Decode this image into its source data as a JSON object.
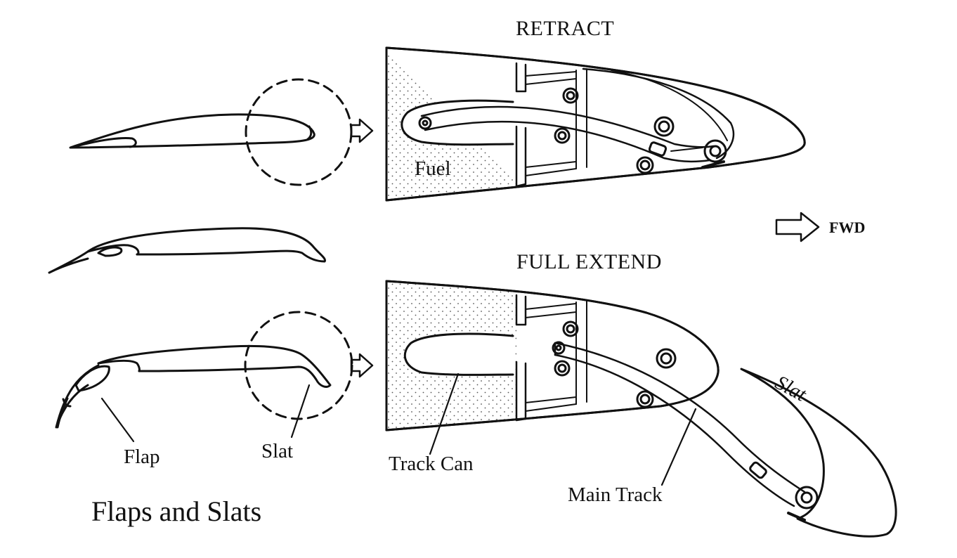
{
  "diagram": {
    "title": "Flaps and Slats",
    "panels": {
      "retract": {
        "heading": "RETRACT",
        "fuel_label": "Fuel"
      },
      "extend": {
        "heading": "FULL EXTEND",
        "slat_label": "Slat",
        "track_can_label": "Track Can",
        "main_track_label": "Main Track"
      }
    },
    "left_labels": {
      "flap": "Flap",
      "slat": "Slat"
    },
    "direction_label": "FWD",
    "colors": {
      "ink": "#111111",
      "background": "#ffffff"
    }
  }
}
